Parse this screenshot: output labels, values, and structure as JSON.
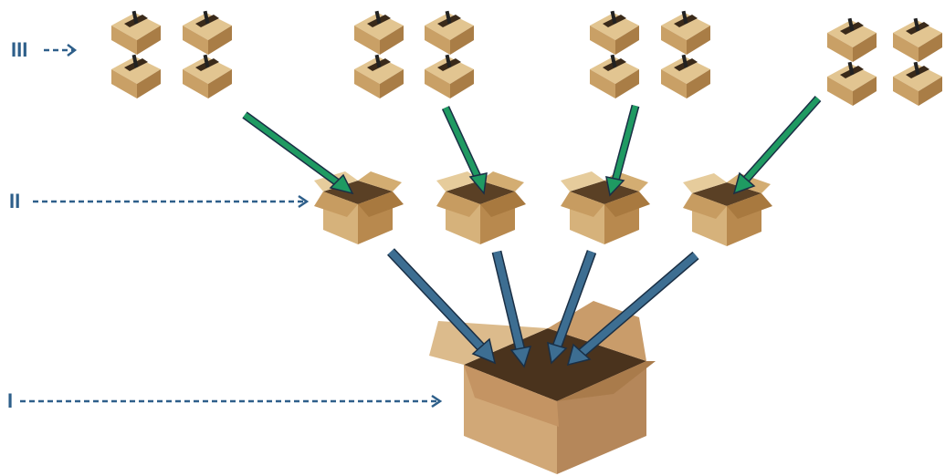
{
  "levels": [
    {
      "id": "III",
      "label": "III"
    },
    {
      "id": "II",
      "label": "II"
    },
    {
      "id": "I",
      "label": "I"
    }
  ],
  "colors": {
    "label": "#2e5f8a",
    "green_arrow": "#1f9a62",
    "blue_arrow": "#3d6e92",
    "arrow_outline": "#1a2f45",
    "box_light": "#d9b884",
    "box_mid": "#c49a62",
    "box_dark": "#8a6738",
    "box_inner": "#5a4025"
  },
  "icons": [
    "small-box-icon",
    "open-box-icon",
    "large-open-box-icon",
    "green-arrow",
    "blue-arrow",
    "dashed-arrow"
  ]
}
